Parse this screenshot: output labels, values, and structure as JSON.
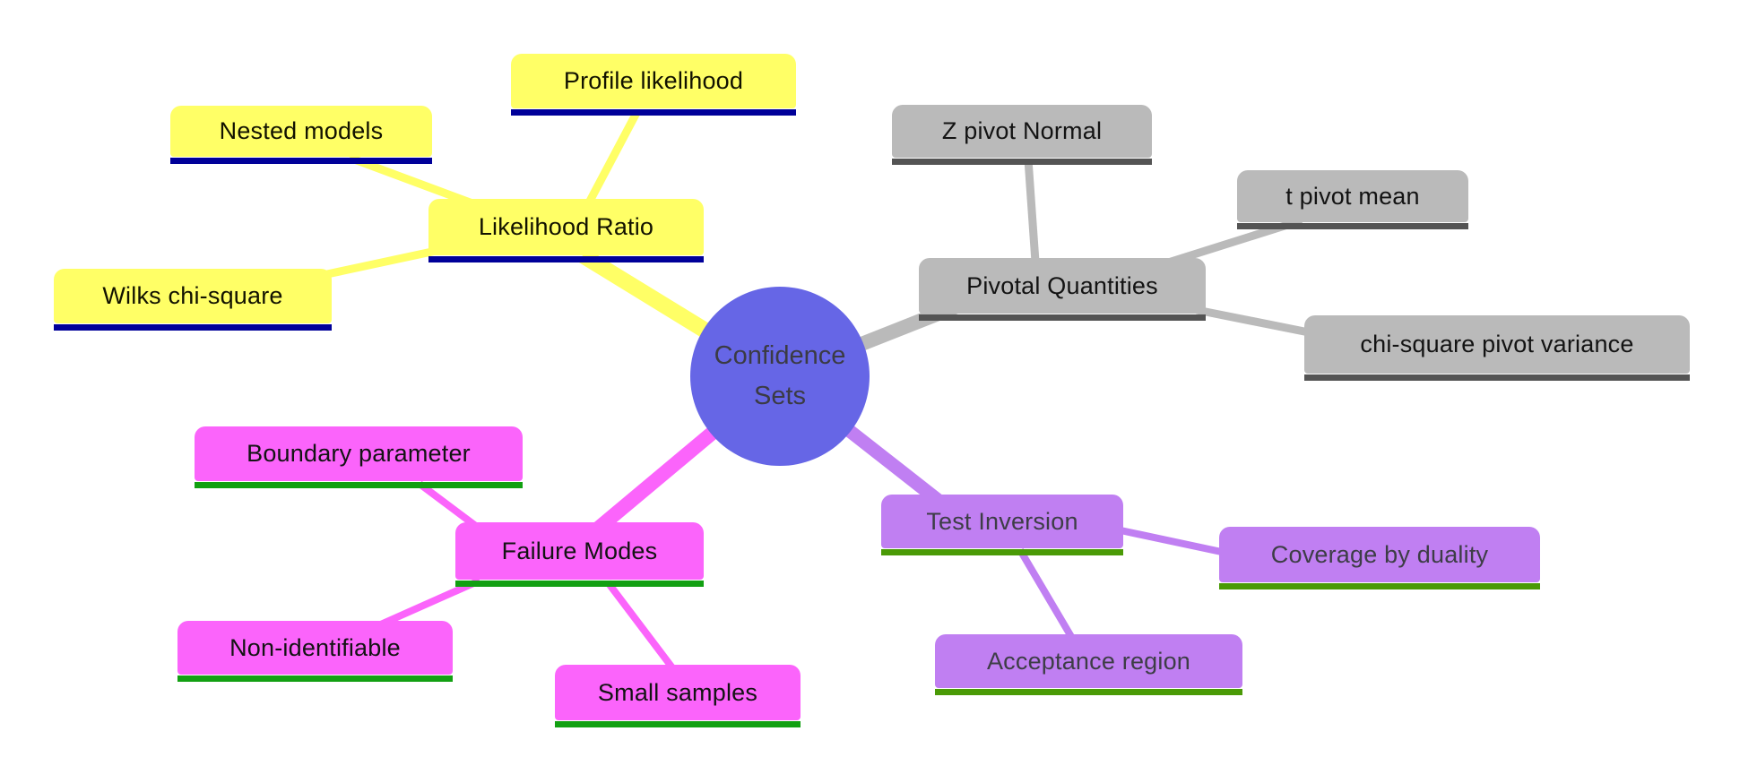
{
  "diagram": {
    "center": {
      "label": "Confidence Sets",
      "fill": "#6666e6",
      "text_color": "#3b3b44"
    },
    "branches": {
      "likelihood_ratio": {
        "label": "Likelihood Ratio",
        "fill": "#ffff66",
        "underline": "#000099",
        "text_color": "#121200",
        "children": {
          "profile_likelihood": {
            "label": "Profile likelihood"
          },
          "nested_models": {
            "label": "Nested models"
          },
          "wilks_chi_square": {
            "label": "Wilks chi-square"
          }
        }
      },
      "pivotal_quantities": {
        "label": "Pivotal Quantities",
        "fill": "#bababa",
        "underline": "#545454",
        "text_color": "#131313",
        "children": {
          "z_pivot_normal": {
            "label": "Z pivot Normal"
          },
          "t_pivot_mean": {
            "label": "t pivot mean"
          },
          "chi_square_pivot_variance": {
            "label": "chi-square pivot variance"
          }
        }
      },
      "failure_modes": {
        "label": "Failure Modes",
        "fill": "#fb64fb",
        "underline": "#12a012",
        "text_color": "#131313",
        "children": {
          "boundary_parameter": {
            "label": "Boundary parameter"
          },
          "non_identifiable": {
            "label": "Non-identifiable"
          },
          "small_samples": {
            "label": "Small samples"
          }
        }
      },
      "test_inversion": {
        "label": "Test Inversion",
        "fill": "#c07ff2",
        "underline": "#4a9a06",
        "text_color": "#3d3d46",
        "children": {
          "coverage_by_duality": {
            "label": "Coverage by duality"
          },
          "acceptance_region": {
            "label": "Acceptance region"
          }
        }
      }
    }
  }
}
